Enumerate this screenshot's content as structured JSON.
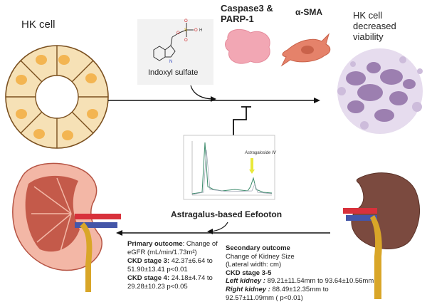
{
  "labels": {
    "hk_cell": "HK cell",
    "caspase_line1": "Caspase3 &",
    "caspase_line2": "PARP-1",
    "alpha_sma": "α-SMA",
    "hk_decreased_line1": "HK cell",
    "hk_decreased_line2": "decreased",
    "hk_decreased_line3": "viability",
    "indoxyl_sulfate": "Indoxyl sulfate",
    "astragaloside": "Astragaloside IV",
    "herbal_product": "Astragalus-based Eefooton"
  },
  "primary_outcome": {
    "title": "Primary outcome",
    "desc": ":  Change of",
    "metric": "eGFR (mL/min/1.73m²)",
    "stage3_label": "CKD stage 3:",
    "stage3_value": " 42.37±6.64 to",
    "stage3_value2": "51.90±13.41    p<0.01",
    "stage4_label": "CKD stage 4:",
    "stage4_value": " 24.18±4.74 to",
    "stage4_value2": "29.28±10.23    p<0.05"
  },
  "secondary_outcome": {
    "title": "Secondary outcome",
    "line1": "Change of Kidney Size",
    "line2": "(Lateral width: cm)",
    "stage": "CKD stage 3-5",
    "left_label": "Left kidney :",
    "left_value": " 89.21±11.54mm to 93.64±10.56mm",
    "right_label": "Right kidney :",
    "right_value": " 88.49±12.35mm to",
    "right_value2": "92.57±11.09mm  ( p<0.01)"
  },
  "colors": {
    "cell_fill": "#f6e1b6",
    "cell_stroke": "#7a4f1e",
    "nucleus": "#f3b552",
    "protein_pink": "#f2a7b4",
    "fibroblast": "#e5826a",
    "dead_cells": "#9c7fb0",
    "kidney_dark": "#7b4a3f",
    "kidney_section": "#c45a4a",
    "artery": "#d8313b",
    "vein": "#4456a8",
    "ureter": "#d9a628",
    "chrom_line": "#3a8a6a",
    "marker_yellow": "#e9e93a"
  }
}
